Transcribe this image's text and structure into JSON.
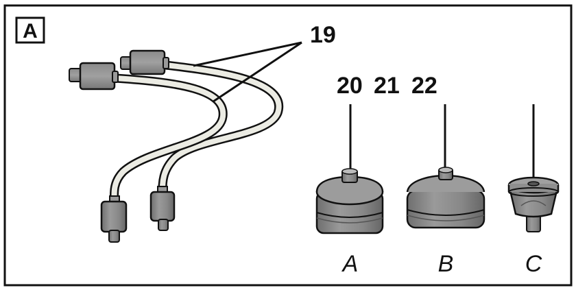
{
  "panel_label": "A",
  "callouts": {
    "tubes": "19",
    "filters": [
      "20",
      "21",
      "22"
    ]
  },
  "filter_labels": [
    "A",
    "B",
    "C"
  ],
  "colors": {
    "outline": "#111111",
    "part_fill": "#8c8c8c",
    "part_dark": "#6e6e6e",
    "tube_fill": "#ecece4"
  }
}
